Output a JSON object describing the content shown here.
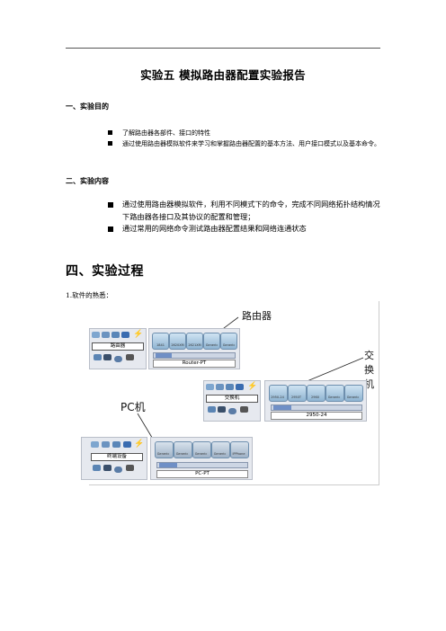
{
  "title": "实验五  模拟路由器配置实验报告",
  "section1": {
    "heading": "一、实验目的",
    "items": [
      "了解路由器各部件、接口的特性",
      "通过使用路由器模拟软件来学习和掌握路由器配置的基本方法、用户接口模式以及基本命令。"
    ]
  },
  "section2": {
    "heading": "二、实验内容",
    "items": [
      "通过使用路由器模拟软件，利用不同模式下的命令，完成不同网络拓扑结构情况下路由器各接口及其协议的配置和管理；",
      "通过常用的网络命令测试路由器配置结果和网络连通状态"
    ]
  },
  "section4": {
    "heading": "四、实验过程",
    "sub": "1.软件的熟悉："
  },
  "figure": {
    "callouts": {
      "router": "路由器",
      "switch": "交换机",
      "pc": "PC机"
    },
    "router_panel": {
      "left_label": "路由器",
      "right_label": "Router-PT",
      "tiles": [
        "1841",
        "2620XM",
        "2621XM",
        "Generic",
        "Generic"
      ]
    },
    "switch_panel": {
      "left_label": "交换机",
      "right_label": "2950-24",
      "tiles": [
        "2950-24",
        "2950T",
        "2960",
        "Generic",
        "Generic"
      ]
    },
    "pc_panel": {
      "left_label": "终端设备",
      "right_label": "PC-PT",
      "tiles": [
        "Generic",
        "Generic",
        "Generic",
        "Generic",
        "IPPhone"
      ]
    }
  }
}
